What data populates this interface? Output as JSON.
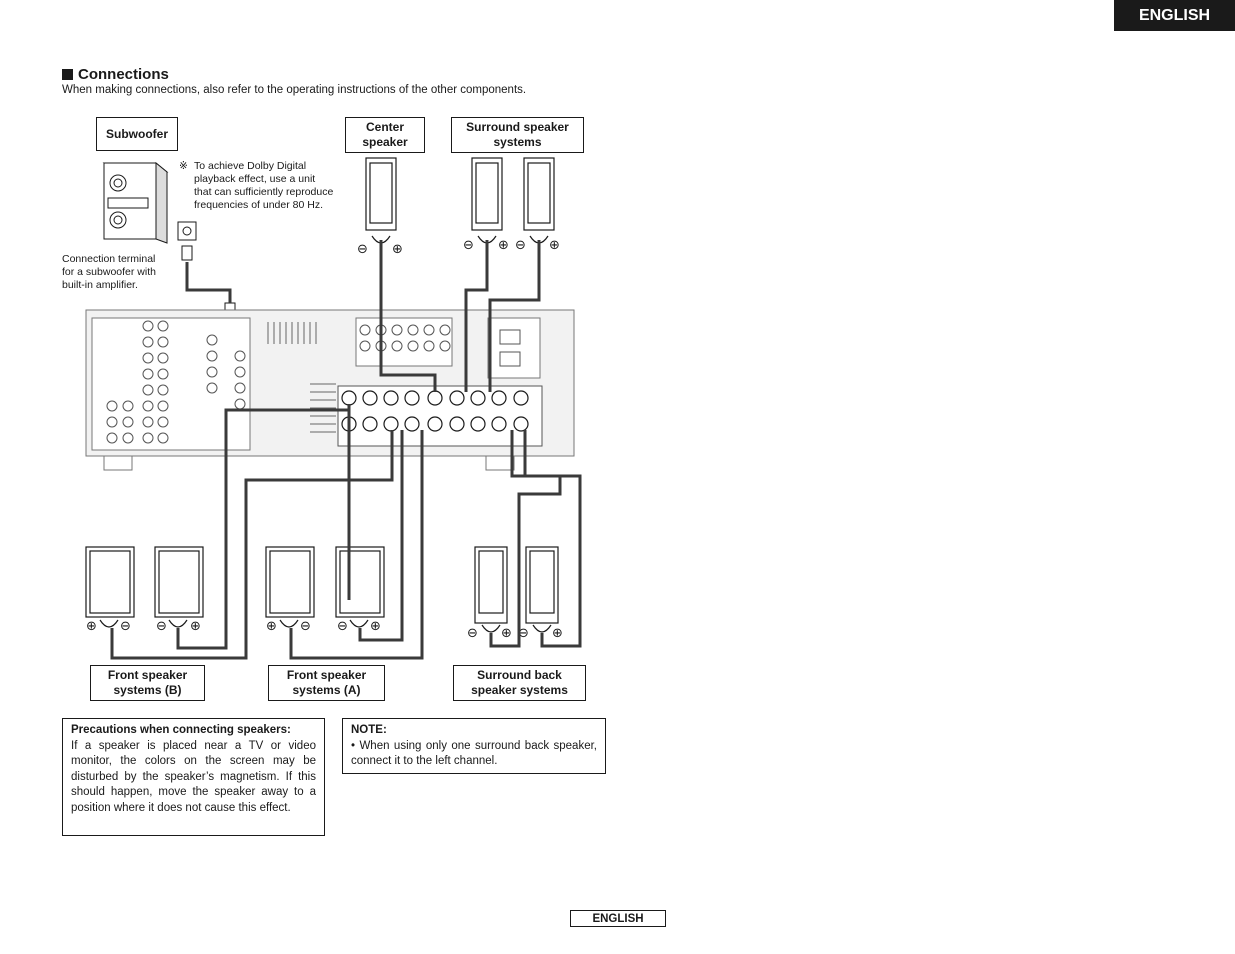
{
  "header": {
    "language_tab": "ENGLISH"
  },
  "section": {
    "title": "Connections",
    "intro": "When making connections, also refer to the operating instructions of the other components."
  },
  "labels": {
    "subwoofer": "Subwoofer",
    "center_line1": "Center",
    "center_line2": "speaker",
    "surround_line1": "Surround speaker",
    "surround_line2": "systems",
    "front_b_line1": "Front speaker",
    "front_b_line2": "systems (B)",
    "front_a_line1": "Front speaker",
    "front_a_line2": "systems (A)",
    "surround_back_line1": "Surround back",
    "surround_back_line2": "speaker systems"
  },
  "subwoofer_note": {
    "mark": "※",
    "lines": [
      "To achieve Dolby Digital",
      "playback effect, use a unit",
      "that can sufficiently reproduce",
      "frequencies of under 80 Hz."
    ]
  },
  "connection_terminal_note": {
    "lines": [
      "Connection terminal",
      "for a subwoofer with",
      "built-in amplifier."
    ]
  },
  "precautions": {
    "heading": "Precautions when connecting speakers:",
    "body": "If a speaker is placed near a TV or video monitor, the colors on the screen may be disturbed by the speaker’s magnetism. If this should happen, move the speaker away to a position where it does not cause this effect."
  },
  "note": {
    "heading": "NOTE:",
    "body": "• When using only one surround back speaker, connect it to the left channel."
  },
  "footer": {
    "language": "ENGLISH"
  },
  "colors": {
    "ink": "#1a1a1a",
    "wire": "#3a3a3a",
    "panel": "#f2f2f2"
  }
}
